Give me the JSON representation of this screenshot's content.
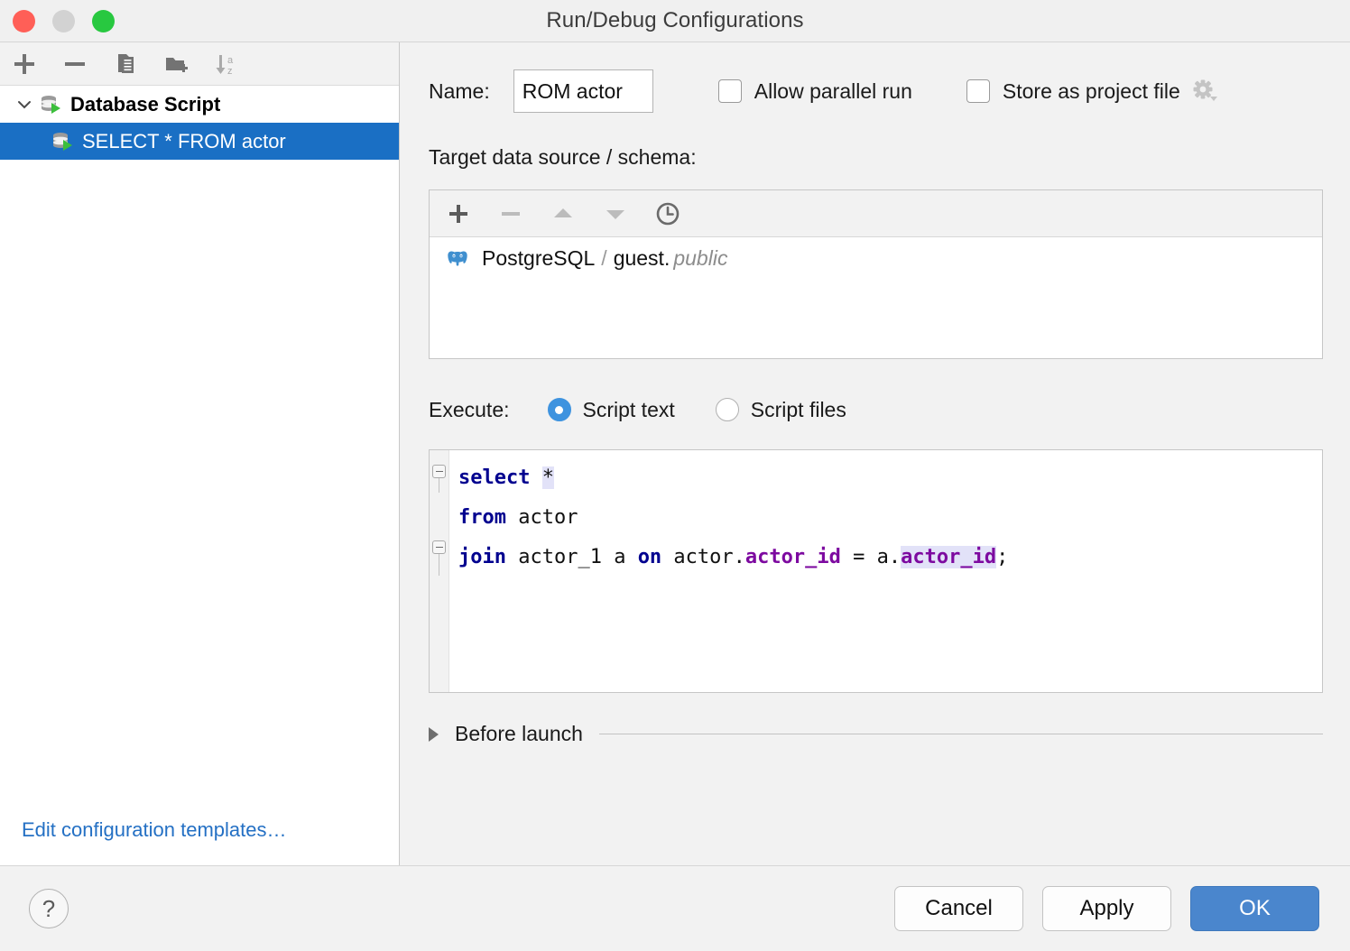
{
  "window": {
    "title": "Run/Debug Configurations",
    "controls": [
      "close-button",
      "minimize-button",
      "maximize-button"
    ]
  },
  "sidebar": {
    "toolbar": [
      {
        "name": "add-configuration-button",
        "icon": "plus-icon",
        "label": "+"
      },
      {
        "name": "remove-configuration-button",
        "icon": "minus-icon",
        "label": "−"
      },
      {
        "name": "copy-configuration-button",
        "icon": "copy-icon",
        "label": ""
      },
      {
        "name": "new-folder-button",
        "icon": "folder-add-icon",
        "label": ""
      },
      {
        "name": "sort-configurations-button",
        "icon": "sort-alpha-icon",
        "label": ""
      }
    ],
    "tree": [
      {
        "label": "Database Script",
        "icon": "database-script-icon",
        "expanded": true,
        "selected": false
      },
      {
        "label": "SELECT * FROM actor",
        "icon": "database-script-icon",
        "expanded": false,
        "selected": true
      }
    ],
    "edit_templates_link": "Edit configuration templates…"
  },
  "form": {
    "name_label": "Name:",
    "name_value": "ROM actor",
    "allow_parallel_run": {
      "label": "Allow parallel run",
      "checked": false
    },
    "store_as_project_file": {
      "label": "Store as project file",
      "checked": false
    },
    "gear_icon": "gear-dropdown-icon",
    "target_label": "Target data source / schema:",
    "datasource_toolbar": [
      {
        "name": "add-datasource-button",
        "icon": "plus-icon",
        "enabled": true
      },
      {
        "name": "remove-datasource-button",
        "icon": "minus-icon",
        "enabled": false
      },
      {
        "name": "move-up-button",
        "icon": "triangle-up-icon",
        "enabled": false
      },
      {
        "name": "move-down-button",
        "icon": "triangle-down-icon",
        "enabled": false
      },
      {
        "name": "history-button",
        "icon": "clock-icon",
        "enabled": true
      }
    ],
    "datasource": {
      "icon": "postgresql-elephant-icon",
      "name": "PostgreSQL",
      "separator": "/",
      "database": "guest.",
      "schema": "public"
    },
    "execute_label": "Execute:",
    "execute_options": [
      {
        "label": "Script text",
        "selected": true
      },
      {
        "label": "Script files",
        "selected": false
      }
    ],
    "editor": {
      "lines": [
        {
          "foldable": true,
          "tokens": [
            {
              "t": "select",
              "c": "kw"
            },
            {
              "t": " ",
              "c": "plain"
            },
            {
              "t": "*",
              "c": "plain hl"
            }
          ]
        },
        {
          "foldable": false,
          "tokens": [
            {
              "t": "from",
              "c": "kw"
            },
            {
              "t": " actor",
              "c": "plain"
            }
          ]
        },
        {
          "foldable": true,
          "tokens": [
            {
              "t": "join",
              "c": "kw"
            },
            {
              "t": " actor_1 a ",
              "c": "plain"
            },
            {
              "t": "on",
              "c": "kw"
            },
            {
              "t": " actor.",
              "c": "plain"
            },
            {
              "t": "actor_id",
              "c": "col"
            },
            {
              "t": " = a.",
              "c": "plain"
            },
            {
              "t": "actor_id",
              "c": "col hl"
            },
            {
              "t": ";",
              "c": "plain"
            }
          ]
        }
      ],
      "plain_text": "select *\nfrom actor\njoin actor_1 a on actor.actor_id = a.actor_id;"
    },
    "before_launch_label": "Before launch",
    "before_launch_expanded": false
  },
  "footer": {
    "help_label": "?",
    "buttons": [
      {
        "label": "Cancel",
        "name": "cancel-button",
        "primary": false
      },
      {
        "label": "Apply",
        "name": "apply-button",
        "primary": false
      },
      {
        "label": "OK",
        "name": "ok-button",
        "primary": true
      }
    ]
  },
  "colors": {
    "selection_blue": "#1a6fc4",
    "primary_button": "#4a86cd",
    "link_blue": "#2470c4",
    "radio_blue": "#3e93df",
    "keyword": "#00008f",
    "column": "#7d0aa0",
    "highlight": "#e2e2f8",
    "postgres_icon": "#3f8fcf"
  }
}
